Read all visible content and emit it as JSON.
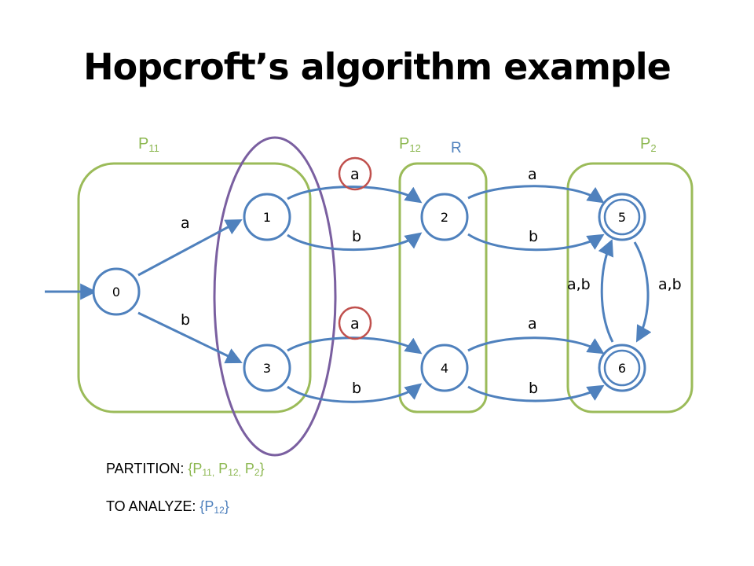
{
  "title": "Hopcroft’s algorithm example",
  "colors": {
    "partition_green": "#9bbb59",
    "partition_label_green": "#8cb750",
    "state_blue": "#4f81bd",
    "r_purple": "#7a5fa0",
    "highlight_red": "#c0504d"
  },
  "partitions": [
    {
      "id": "P11",
      "base": "P",
      "sub": "11"
    },
    {
      "id": "P12",
      "base": "P",
      "sub": "12"
    },
    {
      "id": "P2",
      "base": "P",
      "sub": "2"
    }
  ],
  "r_label": "R",
  "states": [
    {
      "id": "0",
      "label": "0",
      "accepting": false,
      "initial": true
    },
    {
      "id": "1",
      "label": "1",
      "accepting": false
    },
    {
      "id": "2",
      "label": "2",
      "accepting": false
    },
    {
      "id": "3",
      "label": "3",
      "accepting": false
    },
    {
      "id": "4",
      "label": "4",
      "accepting": false
    },
    {
      "id": "5",
      "label": "5",
      "accepting": true
    },
    {
      "id": "6",
      "label": "6",
      "accepting": true
    }
  ],
  "transitions": [
    {
      "from": "0",
      "to": "1",
      "label": "a"
    },
    {
      "from": "0",
      "to": "3",
      "label": "b"
    },
    {
      "from": "1",
      "to": "2",
      "label": "a",
      "highlighted": true
    },
    {
      "from": "1",
      "to": "2",
      "label": "b"
    },
    {
      "from": "3",
      "to": "4",
      "label": "a",
      "highlighted": true
    },
    {
      "from": "3",
      "to": "4",
      "label": "b"
    },
    {
      "from": "2",
      "to": "5",
      "label": "a"
    },
    {
      "from": "2",
      "to": "5",
      "label": "b"
    },
    {
      "from": "4",
      "to": "6",
      "label": "a"
    },
    {
      "from": "4",
      "to": "6",
      "label": "b"
    },
    {
      "from": "6",
      "to": "5",
      "label": "a,b"
    },
    {
      "from": "5",
      "to": "6",
      "label": "a,b"
    }
  ],
  "partition_line": {
    "prefix": "PARTITION: ",
    "open": "{",
    "p11_base": "P",
    "p11_sub": "11,",
    "p12_base": " P",
    "p12_sub": "12,",
    "p2_base": " P",
    "p2_sub": "2",
    "close": "}"
  },
  "analyze_line": {
    "prefix": "TO ANALYZE: ",
    "open": "{",
    "p_base": "P",
    "p_sub": "12",
    "close": "}"
  }
}
